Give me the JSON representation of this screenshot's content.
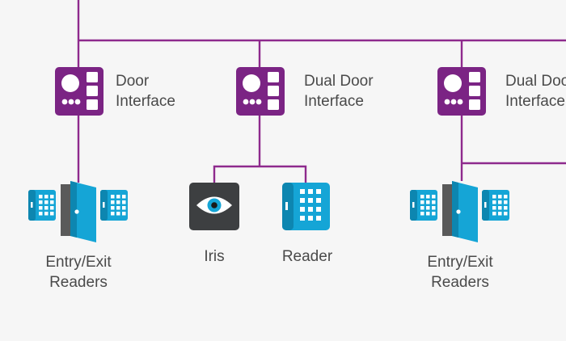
{
  "colors": {
    "line": "#8e2a8d",
    "interface": "#7b2484",
    "cyan": "#15a5d6",
    "cyan_dark": "#0d86b0",
    "gray_door": "#5a5a5a",
    "iris_box": "#3d3f41",
    "text": "#4a4a4a",
    "background": "#f6f6f6"
  },
  "nodes": {
    "interface_1": {
      "line1": "Door",
      "line2": "Interface",
      "icon": "door-interface-icon"
    },
    "interface_2": {
      "line1": "Dual Door",
      "line2": "Interface",
      "icon": "door-interface-icon"
    },
    "interface_3": {
      "line1": "Dual Door",
      "line2": "Interface",
      "icon": "door-interface-icon"
    },
    "readers_1": {
      "line1": "Entry/Exit",
      "line2": "Readers",
      "icon": "door-readers-icon"
    },
    "iris": {
      "label": "Iris",
      "icon": "eye-icon"
    },
    "reader": {
      "label": "Reader",
      "icon": "keypad-reader-icon"
    },
    "readers_2": {
      "line1": "Entry/Exit",
      "line2": "Readers",
      "icon": "door-readers-icon"
    }
  }
}
